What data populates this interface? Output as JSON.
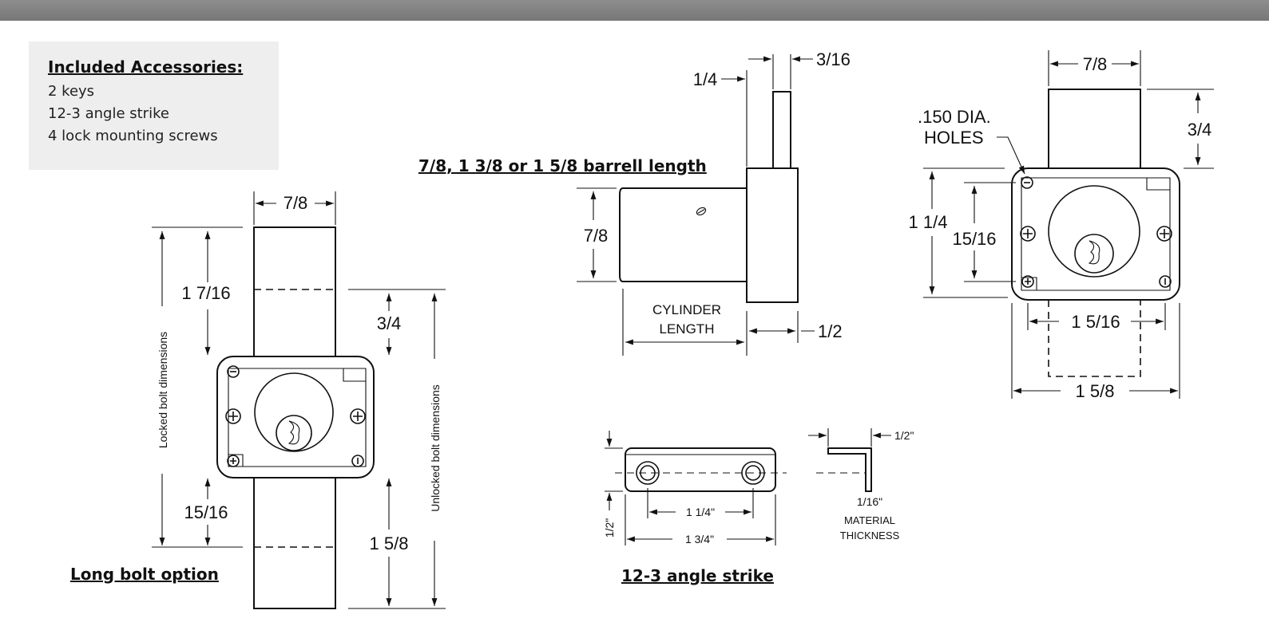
{
  "accessories": {
    "title": "Included Accessories:",
    "items": [
      "2 keys",
      "12-3 angle strike",
      "4 lock mounting screws"
    ]
  },
  "captions": {
    "long_bolt": "Long bolt option",
    "barrel": "7/8, 1 3/8 or 1 5/8 barrell length",
    "strike": "12-3 angle strike"
  },
  "front_view": {
    "width": "7/8",
    "locked_top": "1 7/16",
    "unlocked_top": "3/4",
    "locked_bottom": "15/16",
    "unlocked_bottom": "1 5/8",
    "locked_label": "Locked bolt dimensions",
    "unlocked_label": "Unlocked bolt dimensions"
  },
  "side_view": {
    "bolt_thickness": "1/4",
    "bolt_offset": "3/16",
    "barrel_dia": "7/8",
    "cylinder_length_line1": "CYLINDER",
    "cylinder_length_line2": "LENGTH",
    "body_depth": "1/2"
  },
  "back_view": {
    "bolt_width": "7/8",
    "bolt_height": "3/4",
    "holes_line1": ".150 DIA.",
    "holes_line2": "HOLES",
    "body_height": "1 1/4",
    "hole_spacing_v": "15/16",
    "hole_spacing_h": "1 5/16",
    "body_width": "1 5/8"
  },
  "strike": {
    "hole_spacing": "1 1/4\"",
    "length": "1 3/4\"",
    "height": "1/2\"",
    "flange": "1/2\"",
    "thickness": "1/16\"",
    "material_line1": "MATERIAL",
    "material_line2": "THICKNESS"
  },
  "colors": {
    "band": "#808080",
    "accessory_box": "#eeeeee",
    "ink": "#111111"
  }
}
